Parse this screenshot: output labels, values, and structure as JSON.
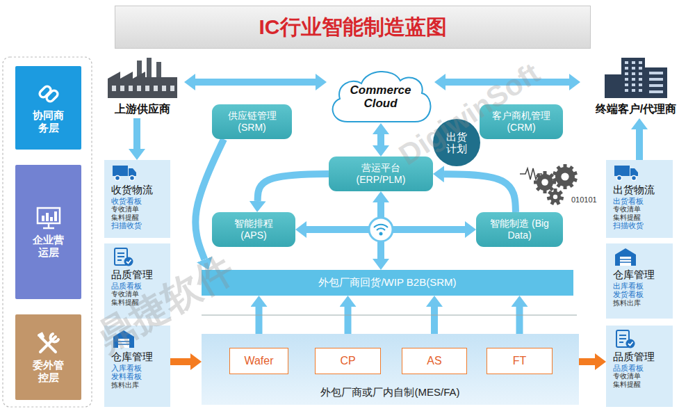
{
  "diagram": {
    "title": "IC行业智能制造蓝图",
    "nodes": [
      {
        "text": [
          "协同商务层"
        ]
      },
      {
        "text": [
          "企业营运层"
        ]
      },
      {
        "text": [
          "委外管控层"
        ]
      },
      {
        "text": [
          "上游供应商"
        ]
      },
      {
        "text": [
          "供应链管理 (SRM)"
        ]
      },
      {
        "text": [
          "Commerce Cloud"
        ]
      },
      {
        "text": [
          "出货计划"
        ]
      },
      {
        "text": [
          "客户商机管理 (CRM)"
        ]
      },
      {
        "text": [
          "终端客户/代理商"
        ]
      },
      {
        "text": [
          "收货物流",
          "收货看板",
          "专收清单",
          "集料提醒",
          "扫描收货"
        ]
      },
      {
        "text": [
          "营运平台 (ERP/PLM)"
        ]
      },
      {
        "text": [
          "出货物流",
          "出货看板",
          "专收清单",
          "集料提醒",
          "扫描收货"
        ]
      },
      {
        "text": [
          "智能排程 (APS)"
        ]
      },
      {
        "text": [
          "智能制造 (Big Data)"
        ]
      },
      {
        "text": [
          "品质管理",
          "品质看板",
          "专收清单",
          "集料提醒"
        ]
      },
      {
        "text": [
          "仓库管理",
          "出库看板",
          "发货看板",
          "拣料出库"
        ]
      },
      {
        "text": [
          "外包厂商回货/WIP B2B(SRM)"
        ]
      },
      {
        "text": [
          "仓库管理",
          "入库看板",
          "发料看板",
          "拣料出库"
        ]
      },
      {
        "text": [
          "外包厂商或厂内自制(MES/FA)"
        ]
      },
      {
        "text": [
          "Wafer"
        ],
        "in": 18
      },
      {
        "text": [
          "CP"
        ],
        "in": 18
      },
      {
        "text": [
          "AS"
        ],
        "in": 18
      },
      {
        "text": [
          "FT"
        ],
        "in": 18
      },
      {
        "text": [
          "品质管理",
          "品质看板",
          "专收清单",
          "集料提醒"
        ]
      }
    ],
    "edges": [
      {
        "from": 3,
        "to": 5,
        "arrow": "both"
      },
      {
        "from": 5,
        "to": 8,
        "arrow": "both"
      },
      {
        "from": 3,
        "to": 9,
        "arrow": "to"
      },
      {
        "from": 5,
        "to": 10,
        "arrow": "both"
      },
      {
        "from": 4,
        "to": 16,
        "arrow": "to"
      },
      {
        "from": 10,
        "to": 12,
        "arrow": "to"
      },
      {
        "from": 13,
        "to": 10,
        "arrow": "to"
      },
      {
        "from": 10,
        "to": 16,
        "arrow": "both"
      },
      {
        "from": 12,
        "to": 13,
        "arrow": "both"
      },
      {
        "from": 16,
        "to": 19,
        "arrow": "both"
      },
      {
        "from": 16,
        "to": 20,
        "arrow": "both"
      },
      {
        "from": 16,
        "to": 21,
        "arrow": "both"
      },
      {
        "from": 16,
        "to": 22,
        "arrow": "both"
      },
      {
        "from": 19,
        "to": 20,
        "arrow": "to"
      },
      {
        "from": 20,
        "to": 21,
        "arrow": "to"
      },
      {
        "from": 21,
        "to": 22,
        "arrow": "to"
      },
      {
        "from": 17,
        "to": 18,
        "arrow": "to"
      },
      {
        "from": 18,
        "to": 23,
        "arrow": "to"
      },
      {
        "from": 11,
        "to": 8,
        "arrow": "to"
      }
    ],
    "labels": [
      "010101",
      "鼎捷软件",
      "DigiwinSoft"
    ]
  }
}
